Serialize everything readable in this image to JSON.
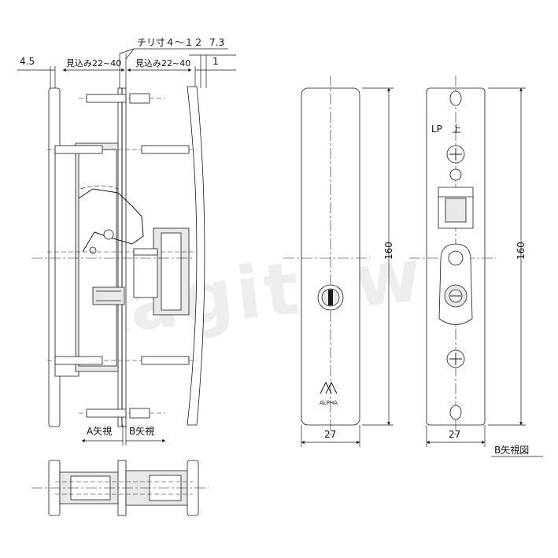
{
  "dimensions": {
    "top_left": "4.5",
    "chiri": "チリ寸４～１２",
    "top_right": "7.3",
    "mikomi_left": "見込み22~40",
    "mikomi_right": "見込み22~40",
    "right_gap": "1",
    "plate_a_height": "160",
    "plate_a_width": "27",
    "plate_b_height": "160",
    "plate_b_width": "27"
  },
  "labels": {
    "view_a": "A矢視",
    "view_b": "B矢視",
    "plate_b_caption": "B矢視図",
    "lp_mark": "LP",
    "up_mark": "上",
    "brand": "ALPHA",
    "watermark": "kagitown"
  }
}
